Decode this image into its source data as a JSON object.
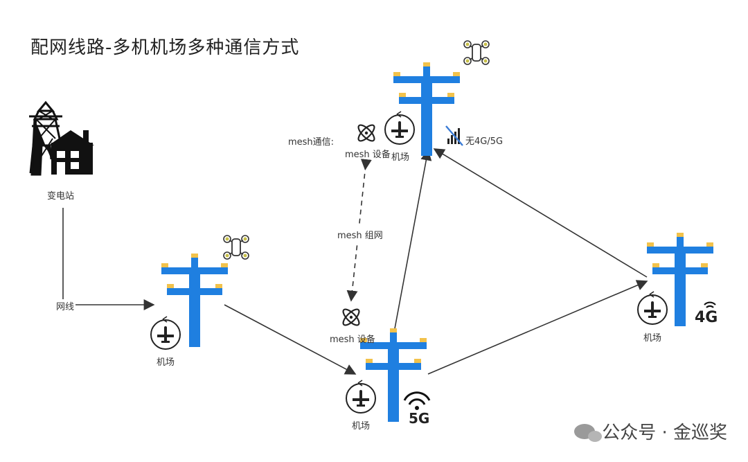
{
  "title": "配网线路-多机机场多种通信方式",
  "substation_label": "变电站",
  "network_line_label": "网线",
  "airport_label": "机场",
  "mesh_comm_label": "mesh通信:",
  "mesh_device_label": "mesh 设备",
  "mesh_network_label": "mesh 组网",
  "no_signal_label": "无4G/5G",
  "badge_5g": "5G",
  "badge_4g": "4G",
  "watermark": "公众号 · 金巡奖",
  "colors": {
    "pole_blue": "#1f7fe0",
    "insulator_gold": "#f2c24b",
    "line": "#333333"
  }
}
